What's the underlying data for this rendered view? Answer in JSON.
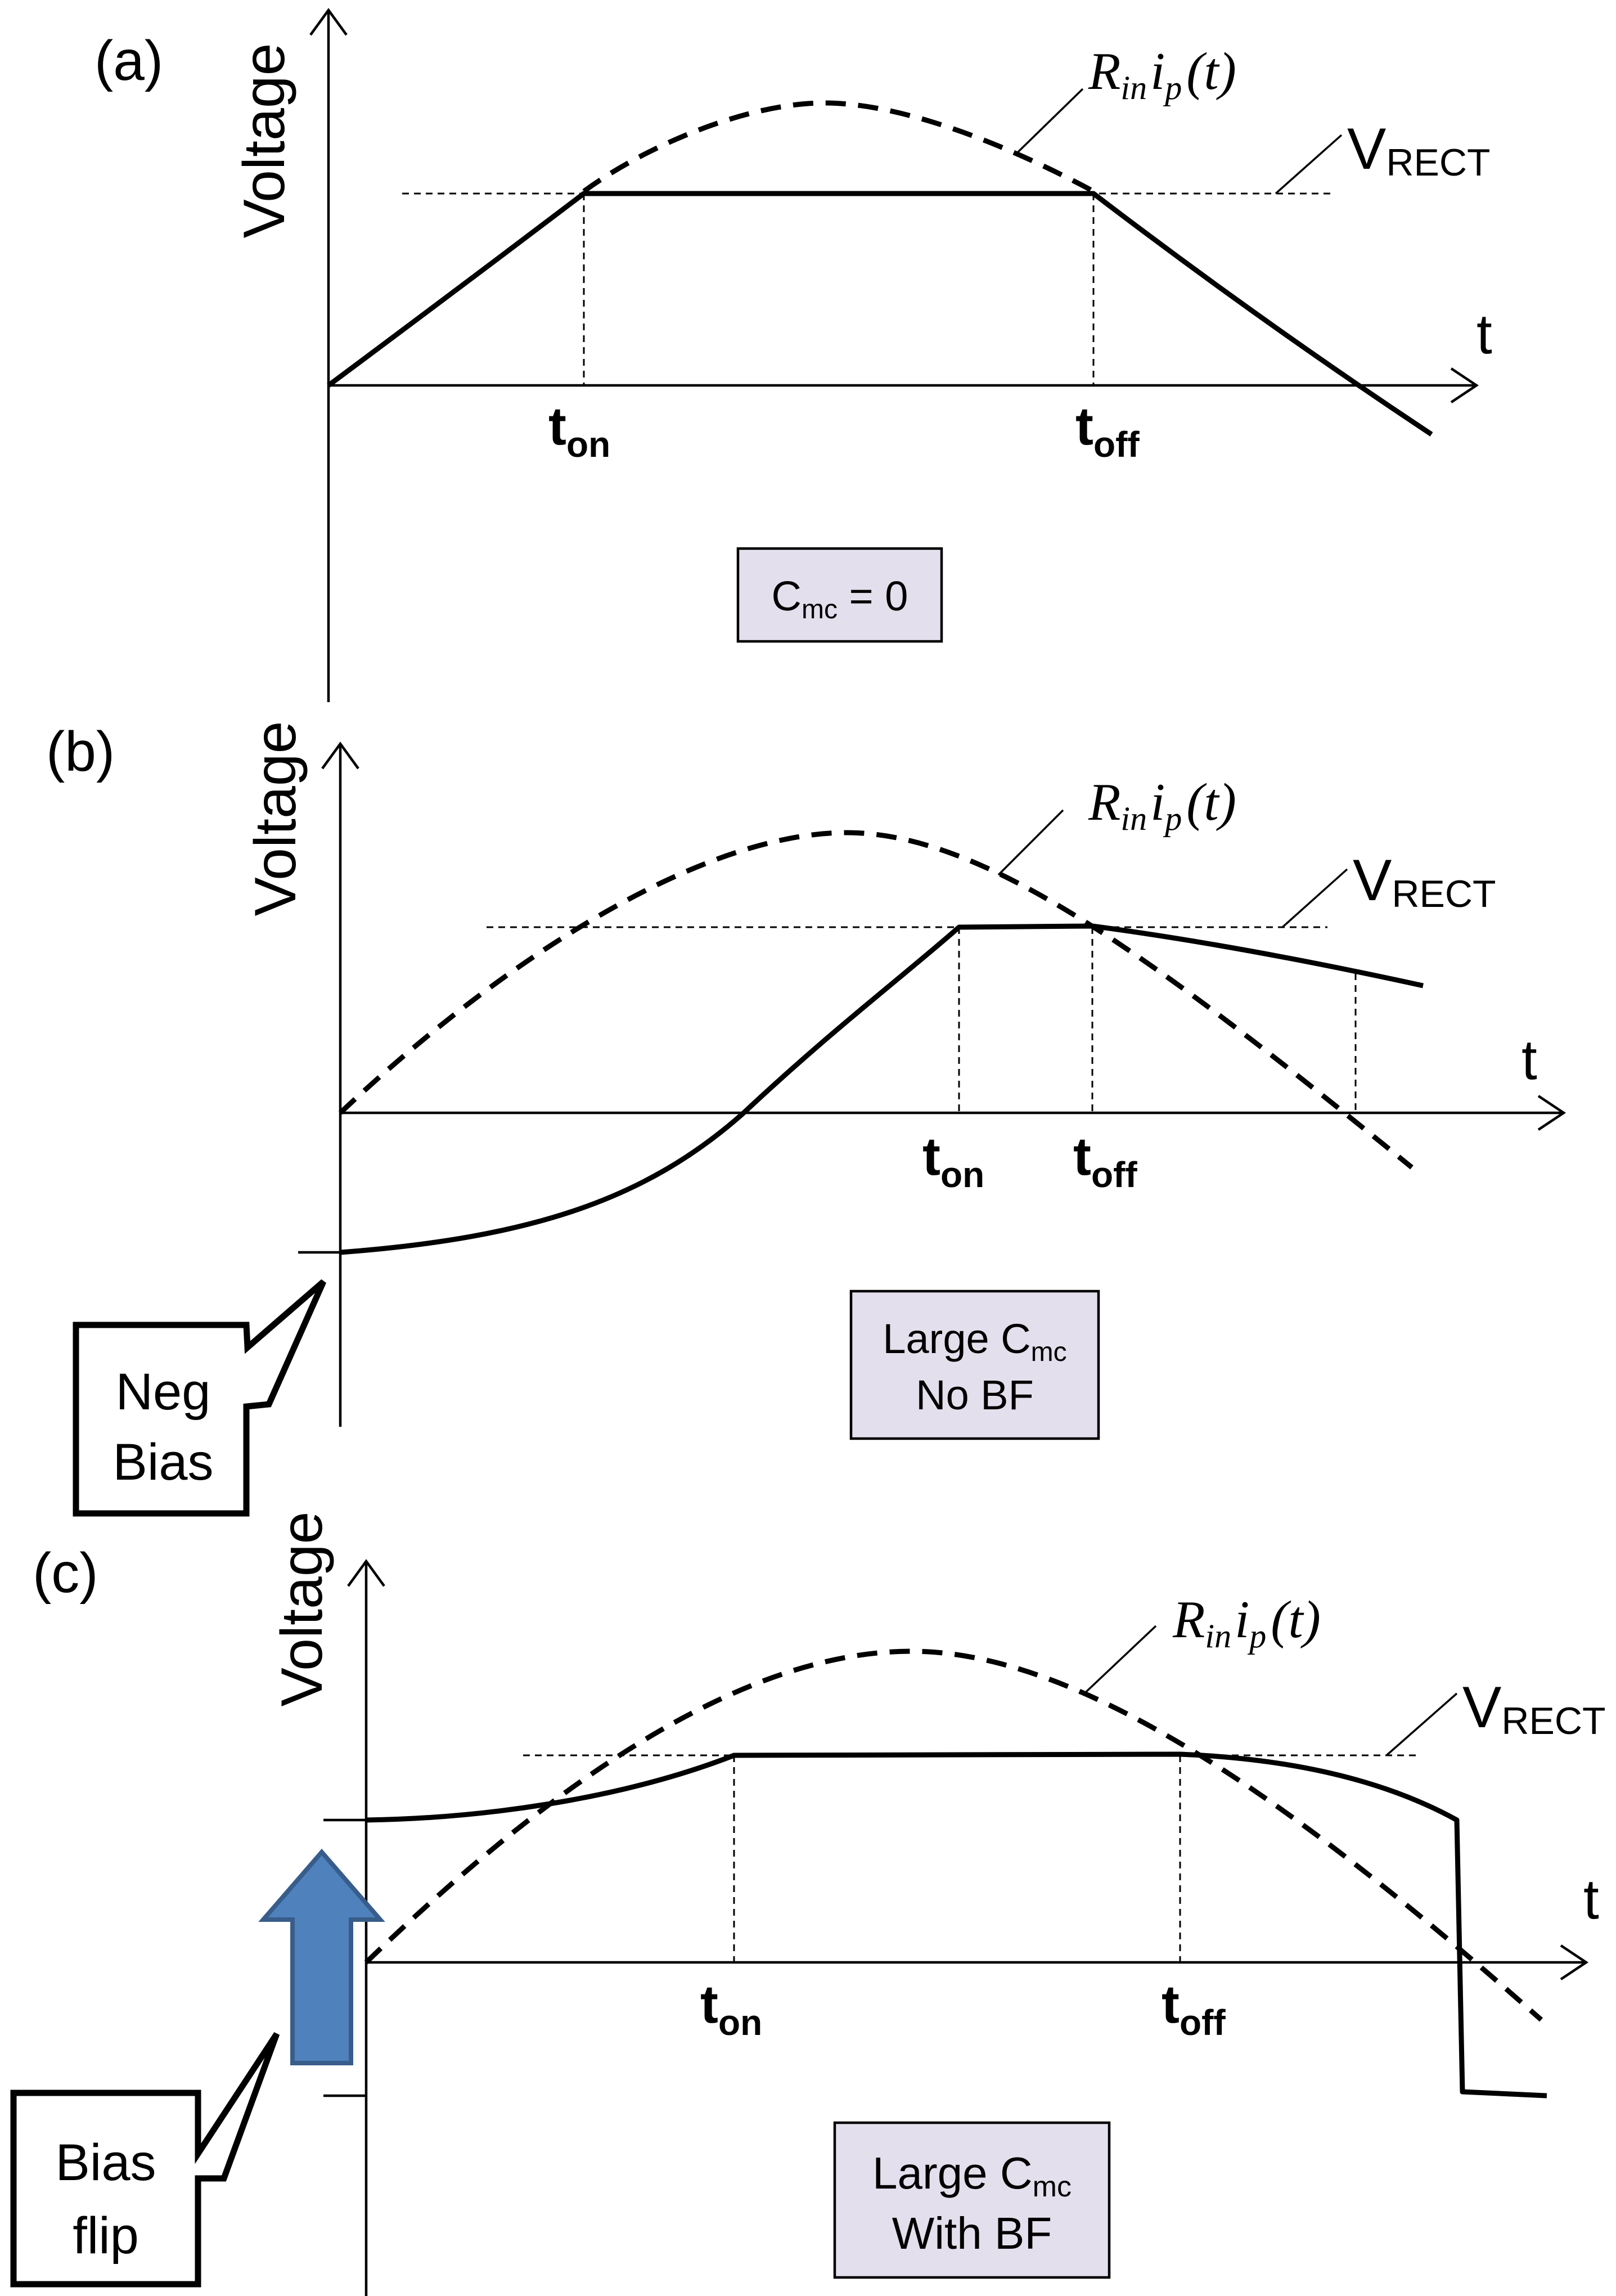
{
  "panels": [
    {
      "id": "a",
      "tag": "(a)",
      "ylabel": "Voltage",
      "xlabel": "t",
      "curve_label_main": "R",
      "curve_label_sub1": "in",
      "curve_label_mid": "i",
      "curve_label_sub2": "p",
      "curve_label_arg": "(t)",
      "vrect_main": "V",
      "vrect_sub": "RECT",
      "ton_main": "t",
      "ton_sub": "on",
      "toff_main": "t",
      "toff_sub": "off",
      "box_line1_main": "C",
      "box_line1_sub": "mc",
      "box_line1_rest": " = 0",
      "box_line2": ""
    },
    {
      "id": "b",
      "tag": "(b)",
      "ylabel": "Voltage",
      "xlabel": "t",
      "curve_label_main": "R",
      "curve_label_sub1": "in",
      "curve_label_mid": "i",
      "curve_label_sub2": "p",
      "curve_label_arg": "(t)",
      "vrect_main": "V",
      "vrect_sub": "RECT",
      "ton_main": "t",
      "ton_sub": "on",
      "toff_main": "t",
      "toff_sub": "off",
      "box_line1_main": "Large C",
      "box_line1_sub": "mc",
      "box_line1_rest": "",
      "box_line2": "No BF",
      "callout_line1": "Neg",
      "callout_line2": "Bias"
    },
    {
      "id": "c",
      "tag": "(c)",
      "ylabel": "Voltage",
      "xlabel": "t",
      "curve_label_main": "R",
      "curve_label_sub1": "in",
      "curve_label_mid": "i",
      "curve_label_sub2": "p",
      "curve_label_arg": "(t)",
      "vrect_main": "V",
      "vrect_sub": "RECT",
      "ton_main": "t",
      "ton_sub": "on",
      "toff_main": "t",
      "toff_sub": "off",
      "box_line1_main": "Large C",
      "box_line1_sub": "mc",
      "box_line1_rest": "",
      "box_line2": "With BF",
      "callout_line1": "Bias",
      "callout_line2": "flip"
    }
  ],
  "colors": {
    "line": "#000000",
    "box_fill": "#e4dfec",
    "arrow_fill": "#4f81bd",
    "arrow_stroke": "#385d8a"
  }
}
